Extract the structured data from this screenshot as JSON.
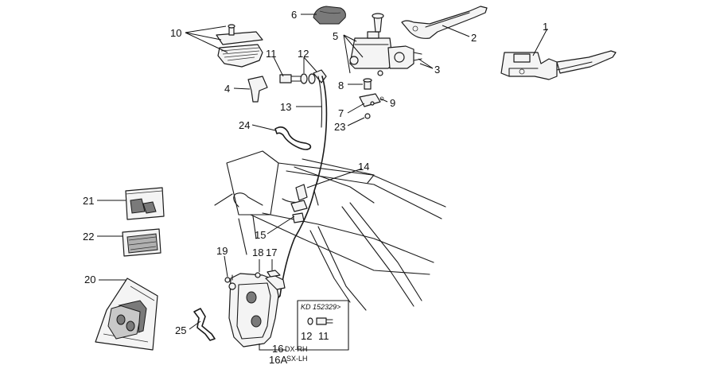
{
  "labels": {
    "p1": "1",
    "p2": "2",
    "p3": "3",
    "p4": "4",
    "p5": "5",
    "p6": "6",
    "p7": "7",
    "p8": "8",
    "p9": "9",
    "p10": "10",
    "p11": "11",
    "p12": "12",
    "p13": "13",
    "p14": "14",
    "p15": "15",
    "p16": "16",
    "p16a": "16A",
    "p17": "17",
    "p18": "18",
    "p19": "19",
    "p20": "20",
    "p21": "21",
    "p22": "22",
    "p23": "23",
    "p24": "24",
    "p25": "25",
    "p12b": "12",
    "p11b": "11"
  },
  "sublabels": {
    "dx": "DX-RH",
    "sx": "SX-LH"
  },
  "inset": {
    "title": "KD 152329>"
  },
  "colors": {
    "line": "#1a1a1a",
    "background": "#ffffff"
  }
}
